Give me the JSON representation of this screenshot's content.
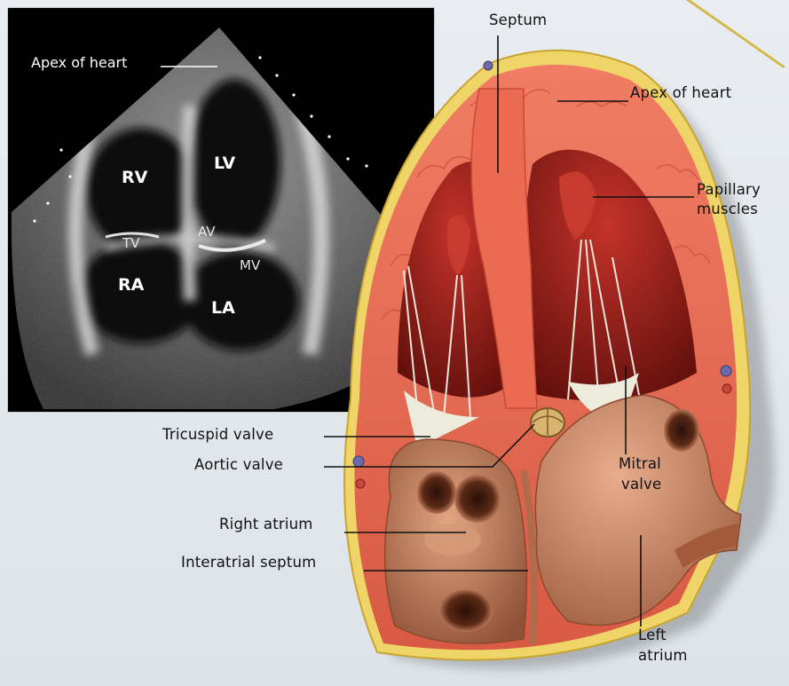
{
  "echo": {
    "apex_label": "Apex of heart",
    "chambers": {
      "rv": "RV",
      "lv": "LV",
      "ra": "RA",
      "la": "LA"
    },
    "valves": {
      "tv": "TV",
      "av": "AV",
      "mv": "MV"
    }
  },
  "anatomy": {
    "labels": {
      "septum": "Septum",
      "apex": "Apex of heart",
      "papillary_1": "Papillary",
      "papillary_2": "muscles",
      "tricuspid": "Tricuspid valve",
      "aortic": "Aortic valve",
      "mitral_1": "Mitral",
      "mitral_2": "valve",
      "right_atrium": "Right atrium",
      "interatrial": "Interatrial septum",
      "left_atrium_1": "Left",
      "left_atrium_2": "atrium"
    }
  },
  "colors": {
    "background": "#e3e8ed",
    "myocardium": "#e8705a",
    "fat": "#f0d86a",
    "ventricle_cavity": "#8e1c16",
    "atrium": "#c98866",
    "chordae": "#efeee2",
    "callout_line": "#111111"
  }
}
